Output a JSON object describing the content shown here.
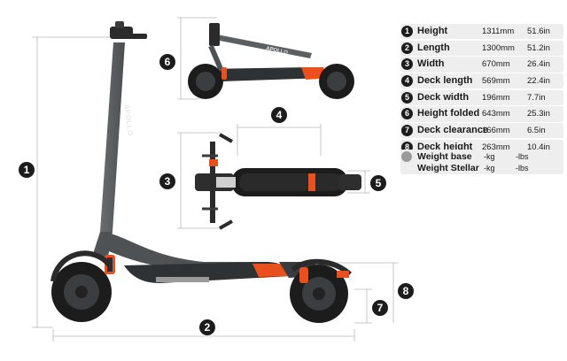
{
  "specs": [
    {
      "num": "1",
      "label": "Height",
      "mm": "1311mm",
      "in": "51.6in"
    },
    {
      "num": "2",
      "label": "Length",
      "mm": "1300mm",
      "in": "51.2in"
    },
    {
      "num": "3",
      "label": "Width",
      "mm": "670mm",
      "in": "26.4in"
    },
    {
      "num": "4",
      "label": "Deck length",
      "mm": "569mm",
      "in": "22.4in"
    },
    {
      "num": "5",
      "label": "Deck width",
      "mm": "196mm",
      "in": "7.7in"
    },
    {
      "num": "6",
      "label": "Height folded",
      "mm": "643mm",
      "in": "25.3in"
    },
    {
      "num": "7",
      "label": "Deck clearance",
      "mm": "166mm",
      "in": "6.5in"
    },
    {
      "num": "8",
      "label": "Deck height",
      "mm": "263mm",
      "in": "10.4in"
    }
  ],
  "weight": {
    "base_label": "Weight base",
    "base_kg": "-kg",
    "base_lbs": "-lbs",
    "stellar_label": "Weight Stellar",
    "stellar_kg": "-kg",
    "stellar_lbs": "-lbs"
  },
  "brand": {
    "logo_text": "APOLLO"
  },
  "colors": {
    "accent": "#e8501e",
    "frame": "#5b5f62",
    "dark": "#1c1c1c",
    "row_bg": "#eeeeee"
  }
}
